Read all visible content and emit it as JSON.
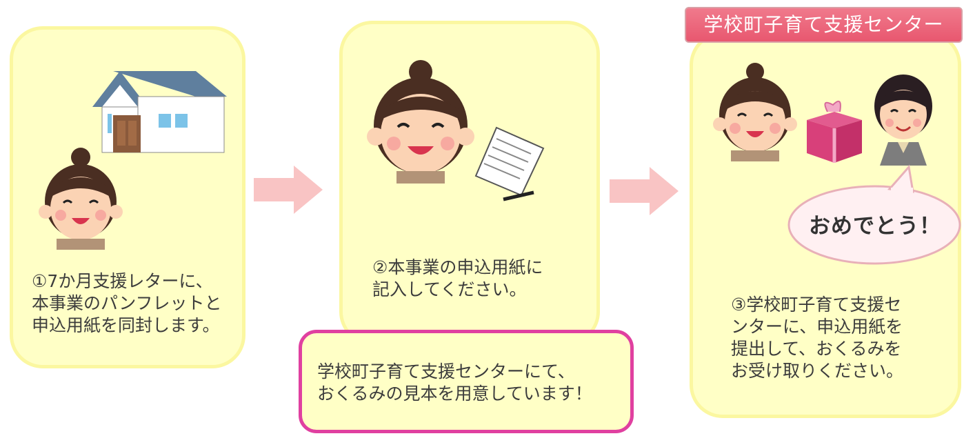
{
  "steps": [
    {
      "text": "①7か月支援レターに、\n本事業のパンフレットと\n申込用紙を同封します。"
    },
    {
      "text": "②本事業の申込用紙に\n記入してください。"
    },
    {
      "text": "③学校町子育て支援セ\nンターに、申込用紙を\n提出して、おくるみを\nお受け取りください。"
    }
  ],
  "center_banner": "学校町子育て支援センター",
  "speech_bubble": "おめでとう！",
  "note": "学校町子育て支援センターにて、\nおくるみの見本を用意しています！",
  "colors": {
    "card_fill": "#ffffc6",
    "card_border": "#fbf7a0",
    "arrow": "#f9c4c4",
    "banner": "#e8576f",
    "note_border": "#e040a0"
  }
}
